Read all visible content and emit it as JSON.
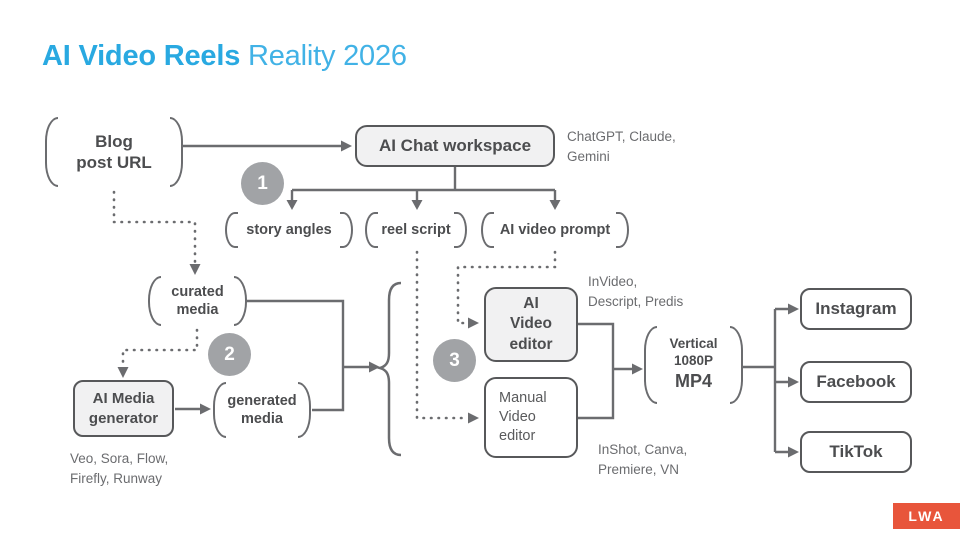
{
  "title": {
    "primary": "AI Video Reels",
    "secondary": " Reality 2026"
  },
  "steps": {
    "one": "1",
    "two": "2",
    "three": "3"
  },
  "nodes": {
    "blog": {
      "label": "Blog\npost URL"
    },
    "chat_workspace": {
      "label": "AI Chat workspace",
      "annotation": "ChatGPT, Claude,\nGemini"
    },
    "chat_outputs": [
      {
        "label": "story angles"
      },
      {
        "label": "reel script"
      },
      {
        "label": "AI video prompt"
      }
    ],
    "curated_media": {
      "label": "curated\nmedia"
    },
    "media_generator": {
      "label": "AI Media\ngenerator",
      "annotation": "Veo, Sora, Flow,\nFirefly, Runway"
    },
    "generated_media": {
      "label": "generated\nmedia"
    },
    "ai_video_editor": {
      "label": "AI\nVideo\neditor",
      "annotation": "InVideo,\nDescript, Predis"
    },
    "manual_video_editor": {
      "label": "Manual\nVideo\neditor",
      "annotation": "InShot, Canva,\nPremiere, VN"
    },
    "output_format": {
      "line1": "Vertical",
      "line2": "1080P",
      "line3": "MP4"
    },
    "platforms": [
      {
        "label": "Instagram"
      },
      {
        "label": "Facebook"
      },
      {
        "label": "TikTok"
      }
    ]
  },
  "badge": {
    "label": "LWA"
  },
  "colors": {
    "accent_blue": "#29a9e1",
    "line_gray": "#6b6c6f",
    "box_border": "#57585a",
    "box_fill": "#f1f1f2",
    "step_circle": "#a1a3a6",
    "badge_bg": "#e8553b",
    "text_dark": "#4c4d4f"
  }
}
